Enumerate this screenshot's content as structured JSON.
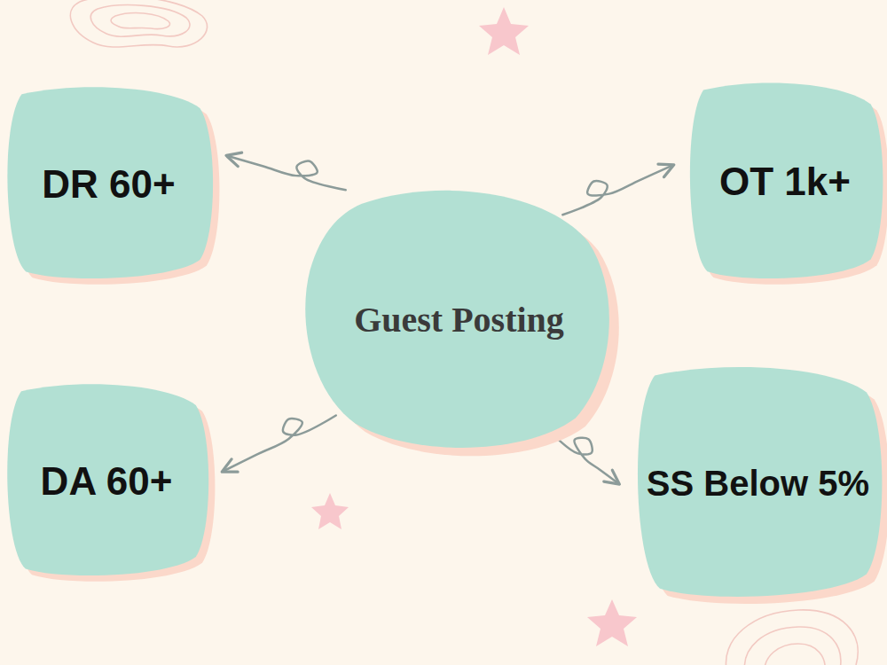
{
  "diagram": {
    "nodes": [
      {
        "text": [
          "DR 60+"
        ]
      },
      {
        "text": [
          "OT 1k+"
        ]
      },
      {
        "text": [
          "Guest Posting"
        ]
      },
      {
        "text": [
          "DA 60+"
        ]
      },
      {
        "text": [
          "SS Below 5%"
        ]
      }
    ],
    "edges": [
      {
        "from": 2,
        "to": 0,
        "arrow": "to"
      },
      {
        "from": 2,
        "to": 1,
        "arrow": "to"
      },
      {
        "from": 2,
        "to": 3,
        "arrow": "to"
      },
      {
        "from": 2,
        "to": 4,
        "arrow": "to"
      }
    ]
  }
}
